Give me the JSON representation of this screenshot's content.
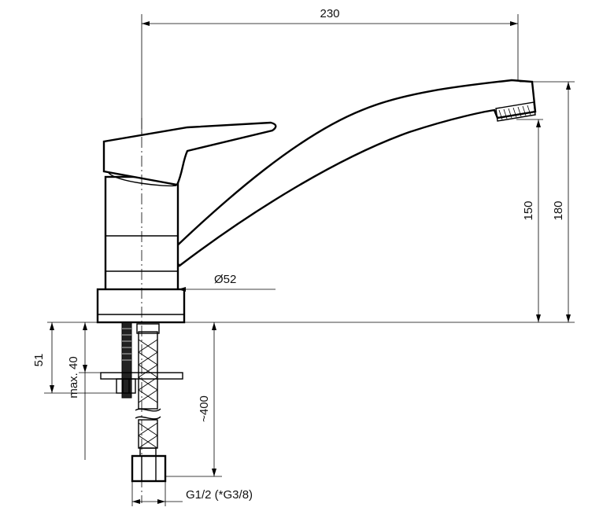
{
  "drawing": {
    "subject": "single-lever kitchen mixer tap",
    "dimensions": {
      "spout_reach": "230",
      "spout_height": "150",
      "total_height": "180",
      "base_diameter": "Ø52",
      "mount_depth": "51",
      "max_counter_thickness": "max. 40",
      "hose_length": "~400",
      "connection_thread": "G1/2 (*G3/8)"
    }
  }
}
